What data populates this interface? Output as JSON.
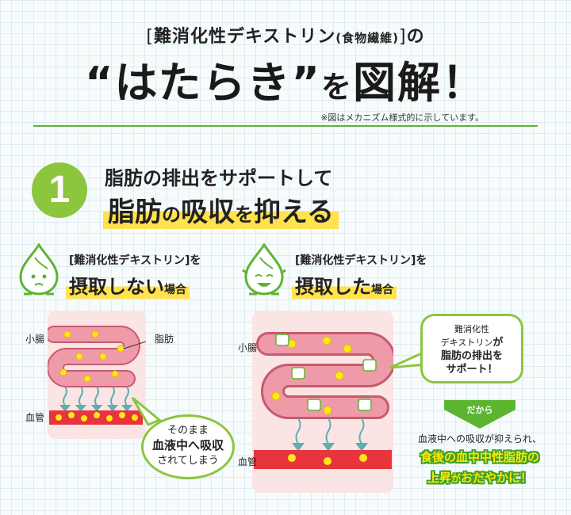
{
  "header": {
    "subtitle_open": "[",
    "subtitle_main": "難消化性デキストリン",
    "subtitle_paren": "(食物繊維)",
    "subtitle_close": "]",
    "subtitle_tail": "の",
    "headline_main": "“はたらき”",
    "headline_small": "を",
    "headline_tail": "図解！",
    "note": "※図はメカニズム様式的に示しています。"
  },
  "section1": {
    "number": "1",
    "line1": "脂肪の排出をサポートして",
    "line2_a": "脂肪",
    "line2_b": "の",
    "line2_c": "吸収",
    "line2_d": "を",
    "line2_e": "抑える"
  },
  "case_left": {
    "small": "[難消化性デキストリン]を",
    "big": "摂取しない",
    "tail": "場合"
  },
  "case_right": {
    "small": "[難消化性デキストリン]を",
    "big": "摂取した",
    "tail": "場合"
  },
  "diagram_left": {
    "small_intestine": "小腸",
    "blood_vessel": "血管",
    "fat": "脂肪"
  },
  "diagram_right": {
    "small_intestine": "小腸",
    "blood_vessel": "血管"
  },
  "bubble_left": {
    "line1": "そのまま",
    "line2": "血液中へ吸収",
    "line3": "されてしまう"
  },
  "bubble_right": {
    "line1": "難消化性",
    "line2": "デキストリン",
    "line2_tail": "が",
    "line3": "脂肪の排出を",
    "line4": "サポート！"
  },
  "result": {
    "arrow_label": "だから",
    "line1": "血液中への吸収が抑えられ、",
    "line2": "食後の血中中性脂肪の",
    "line3_a": "上昇",
    "line3_b": "が",
    "line3_c": "おだやかに！"
  },
  "colors": {
    "green": "#8cc63f",
    "yellow_highlight": "#ffe24d",
    "intestine": "#ee9aa8",
    "vessel": "#e8343c",
    "fat": "#ffe81a",
    "arrow": "#5ab0b0"
  }
}
